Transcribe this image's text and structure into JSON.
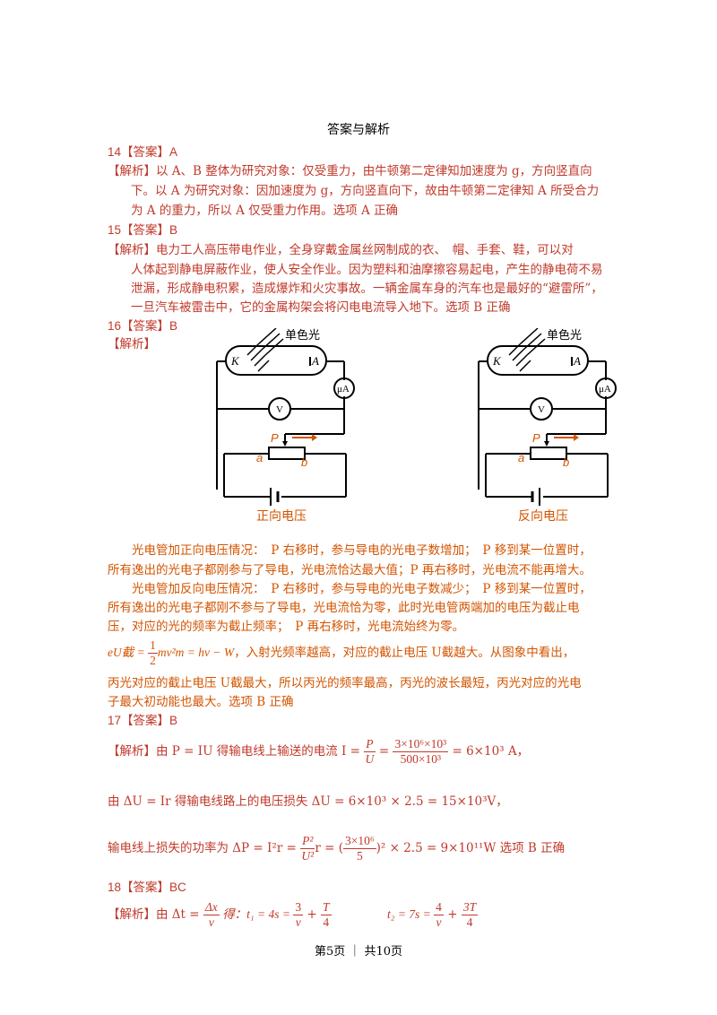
{
  "title": "答案与解析",
  "q14": {
    "answer": "14【答案】A",
    "lines": [
      "【解析】以 A、B 整体为研究对象：仅受重力，由牛顿第二定律知加速度为 g，方向竖直向",
      "下。以 A 为研究对象：因加速度为 g，方向竖直向下，故由牛顿第二定律知 A 所受合力",
      "为 A 的重力，所以 A 仅受重力作用。选项 A 正确"
    ]
  },
  "q15": {
    "answer": "15【答案】B",
    "lines": [
      "【解析】电力工人高压带电作业，全身穿戴金属丝网制成的衣、　帽、手套、鞋，可以对",
      "人体起到静电屏蔽作业，使人安全作业。因为塑料和油摩擦容易起电，产生的静电荷不易",
      "泄漏，形成静电积累，造成爆炸和火灾事故。一辆金属车身的汽车也是最好的“避雷所”，",
      "一旦汽车被雷击中，它的金属构架会将闪电电流导入地下。选项 B 正确"
    ]
  },
  "q16": {
    "answer": "16【答案】B",
    "label": "【解析】",
    "diagram": {
      "light_label": "单色光",
      "cathode": "K",
      "anode": "A",
      "microammeter": "μA",
      "voltmeter": "V",
      "slider": "P",
      "end_a": "a",
      "end_b": "b",
      "caption_left": "正向电压",
      "caption_right": "反向电压"
    },
    "lines": [
      "　　光电管加正向电压情况：　P 右移时，参与导电的光电子数增加；　P 移到某一位置时，",
      "所有逸出的光电子都刚参与了导电，光电流恰达最大值；P 再右移时，光电流不能再增大。",
      "　　光电管加反向电压情况：　P 右移时，参与导电的光电子数减少；　P 移到某一位置时，",
      "所有逸出的光电子都刚不参与了导电，光电流恰为零，此时光电管两端加的电压为截止电",
      "压，对应的光的频率为截止频率；　P 再右移时，光电流始终为零。"
    ],
    "eq_lhs": "eU截 = ",
    "eq_num": "1",
    "eq_den": "2",
    "eq_rhs": "mv²m = hν − W",
    "eq_text": "，入射光频率越高，对应的截止电压 U截越大。从图象中看出，",
    "lines2": [
      "丙光对应的截止电压 U截最大，所以丙光的频率最高，丙光的波长最短，丙光对应的光电",
      "子最大初动能也最大。选项 B 正确"
    ]
  },
  "q17": {
    "answer": "17【答案】B",
    "l1_pre": "【解析】由 P = IU 得输电线上输送的电流 I = ",
    "l1_f1n": "P",
    "l1_f1d": "U",
    "l1_mid": " = ",
    "l1_f2n": "3×10⁶×10³",
    "l1_f2d": "500×10³",
    "l1_post": " = 6×10³ A，",
    "l2": "由 ΔU = Ir 得输电线路上的电压损失 ΔU = 6×10³ × 2.5 = 15×10³V，",
    "l3_pre": "输电线上损失的功率为 ΔP = I²r = ",
    "l3_f1n": "P²",
    "l3_f1d": "U²",
    "l3_mid": "r = (",
    "l3_f2n": "3×10⁶",
    "l3_f2d": "5",
    "l3_post": ")² × 2.5 = 9×10¹¹W 选项 B 正确"
  },
  "q18": {
    "answer": "18【答案】BC",
    "pre": "【解析】由 Δt = ",
    "f1n": "Δx",
    "f1d": "v",
    "mid1": " 得：t₁ = 4s = ",
    "f2n": "3",
    "f2d": "v",
    "mid2": " + ",
    "f3n": "T",
    "f3d": "4",
    "mid3": "t₂ = 7s = ",
    "f4n": "4",
    "f4d": "v",
    "mid4": " + ",
    "f5n": "3T",
    "f5d": "4"
  },
  "footer": "第5页 ｜ 共10页"
}
